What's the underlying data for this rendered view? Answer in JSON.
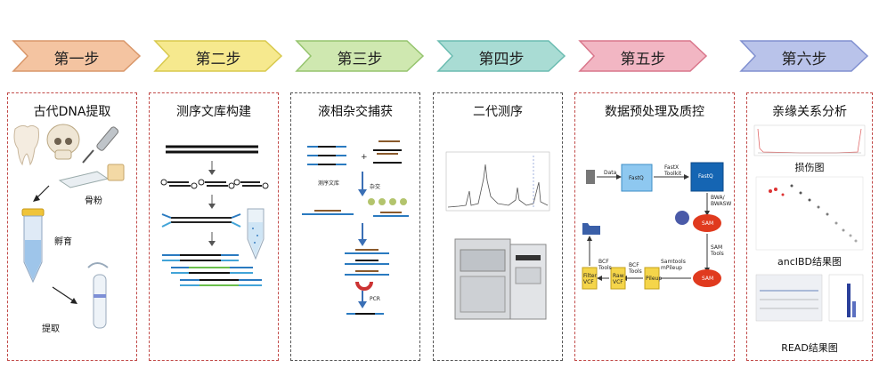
{
  "steps": [
    {
      "label": "第一步",
      "fill": "#f4c4a1",
      "stroke": "#d9976a"
    },
    {
      "label": "第二步",
      "fill": "#f6e98e",
      "stroke": "#d8c94d"
    },
    {
      "label": "第三步",
      "fill": "#cfe8b0",
      "stroke": "#95c46e"
    },
    {
      "label": "第四步",
      "fill": "#a9dcd4",
      "stroke": "#6bbcb1"
    },
    {
      "label": "第五步",
      "fill": "#f2b6c3",
      "stroke": "#d9768b"
    },
    {
      "label": "第六步",
      "fill": "#b9c3ea",
      "stroke": "#8090d0"
    }
  ],
  "panels": {
    "p1": {
      "title": "古代DNA提取",
      "bone_powder": "骨粉",
      "incubate": "孵育",
      "extract": "提取"
    },
    "p2": {
      "title": "测序文库构建"
    },
    "p3": {
      "title": "液相杂交捕获",
      "library": "测序文库",
      "hybrid": "杂交",
      "pcr": "PCR"
    },
    "p4": {
      "title": "二代测序"
    },
    "p5": {
      "title": "数据预处理及质控",
      "data": "Data",
      "fastq1": "FastQ",
      "fastx": "FastX\nToolkit",
      "fastq2": "FastQ",
      "bwa": "BWA/\nBWASW",
      "sam1": "SAM",
      "samtools": "SAM\nTools",
      "sam2": "SAM",
      "mpileup": "Samtools\nmPileup",
      "pileup": "Pileup",
      "bcftools1": "BCF\nTools",
      "rawvcf": "Raw\nVCF",
      "bcftools2": "BCF\nTools",
      "filtervcf": "Filter\nVCF"
    },
    "p6": {
      "title": "亲缘关系分析",
      "damage": "损伤图",
      "ancibd": "ancIBD结果图",
      "read": "READ结果图"
    }
  }
}
